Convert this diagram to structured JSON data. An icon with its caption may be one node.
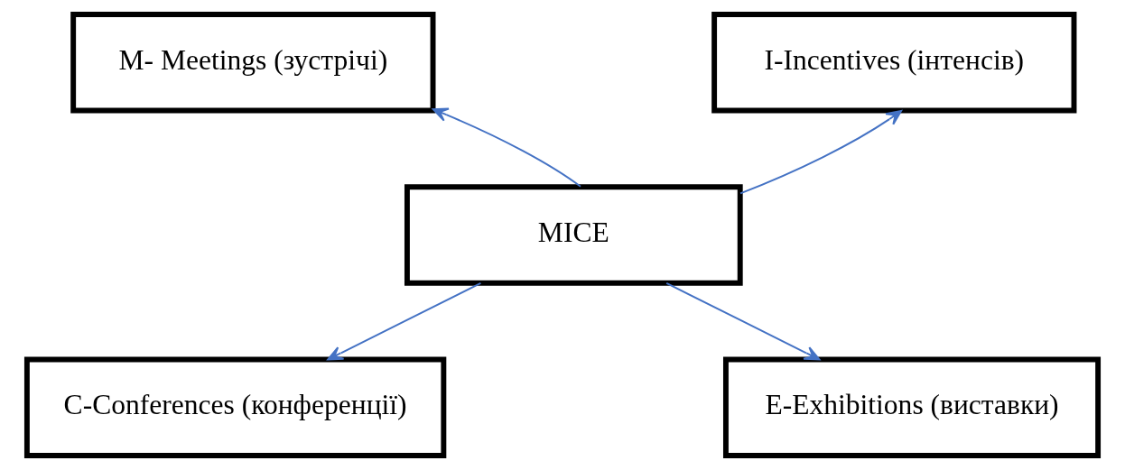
{
  "diagram": {
    "nodes": [
      {
        "text": [
          "M- Meetings (зустрічі)"
        ]
      },
      {
        "text": [
          "I-Incentives (інтенсів)"
        ]
      },
      {
        "text": [
          "MICE"
        ]
      },
      {
        "text": [
          "C-Conferences (конференції)"
        ]
      },
      {
        "text": [
          "E-Exhibitions (виставки)"
        ]
      }
    ],
    "edges": [
      {
        "from": 2,
        "to": 0,
        "arrow": "to"
      },
      {
        "from": 2,
        "to": 1,
        "arrow": "to"
      },
      {
        "from": 2,
        "to": 3,
        "arrow": "to"
      },
      {
        "from": 2,
        "to": 4,
        "arrow": "to"
      }
    ]
  }
}
